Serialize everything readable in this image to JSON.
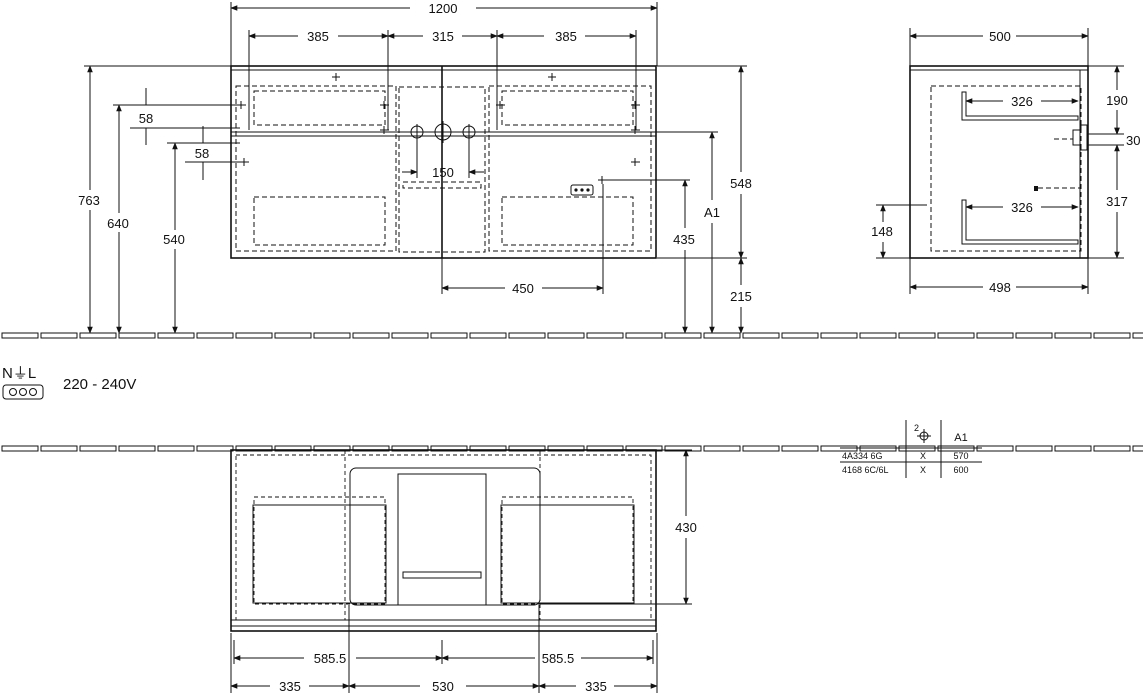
{
  "front_view": {
    "dims": {
      "width_total": "1200",
      "seg_left": "385",
      "seg_mid": "315",
      "seg_right": "385",
      "h_763": "763",
      "h_640": "640",
      "h_540": "540",
      "gap_58_a": "58",
      "gap_58_b": "58",
      "pipe_150": "150",
      "h_548": "548",
      "h_435": "435",
      "label_a1": "A1",
      "socket_450": "450",
      "floor_215": "215"
    }
  },
  "side_view": {
    "dims": {
      "depth_500": "500",
      "drawer_top_326": "326",
      "drawer_bottom_326": "326",
      "h_190": "190",
      "h_30": "30",
      "h_317": "317",
      "h_148": "148",
      "depth_498": "498"
    }
  },
  "electrical": {
    "symbol_text": "N⏚L",
    "voltage": "220 - 240V"
  },
  "plan_view": {
    "dims": {
      "h_430": "430",
      "left_5855": "585.5",
      "right_5855": "585.5",
      "bottom_335_left": "335",
      "bottom_530": "530",
      "bottom_335_right": "335"
    }
  },
  "variant_table": {
    "header_symbol_index": "2",
    "header_a1": "A1",
    "rows": [
      {
        "code": "4A334 6G",
        "mark": "X",
        "a1": "570"
      },
      {
        "code": "4168 6C/6L",
        "mark": "X",
        "a1": "600"
      }
    ]
  }
}
